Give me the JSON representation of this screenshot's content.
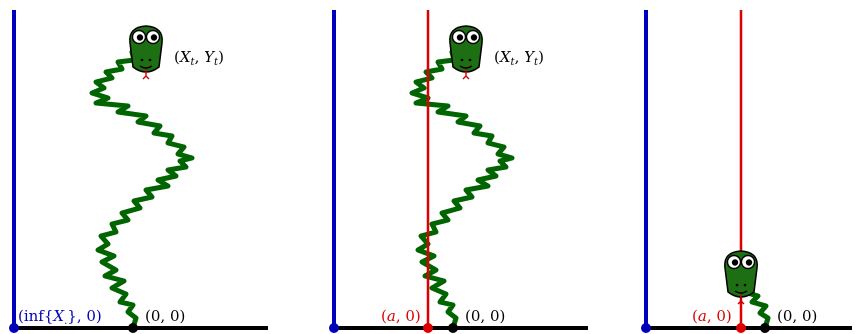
{
  "colors": {
    "axis": "#000000",
    "boundary": "#0000bb",
    "marker": "#dd0000",
    "snake_body": "#006400",
    "snake_head": "#1e6e14",
    "origin_dot": "#000000"
  },
  "panels": [
    {
      "id": "panel-1",
      "head_label": "(X_t, Y_t)",
      "origin_label": "(0, 0)",
      "boundary_label": "(inf{X.}, 0)",
      "show_red_line": false
    },
    {
      "id": "panel-2",
      "head_label": "(X_t, Y_t)",
      "origin_label": "(0, 0)",
      "marker_label": "(a, 0)",
      "show_red_line": true
    },
    {
      "id": "panel-3",
      "origin_label": "(0, 0)",
      "marker_label": "(a, 0)",
      "show_red_line": true
    }
  ],
  "icons": [
    "snake-head-icon"
  ]
}
